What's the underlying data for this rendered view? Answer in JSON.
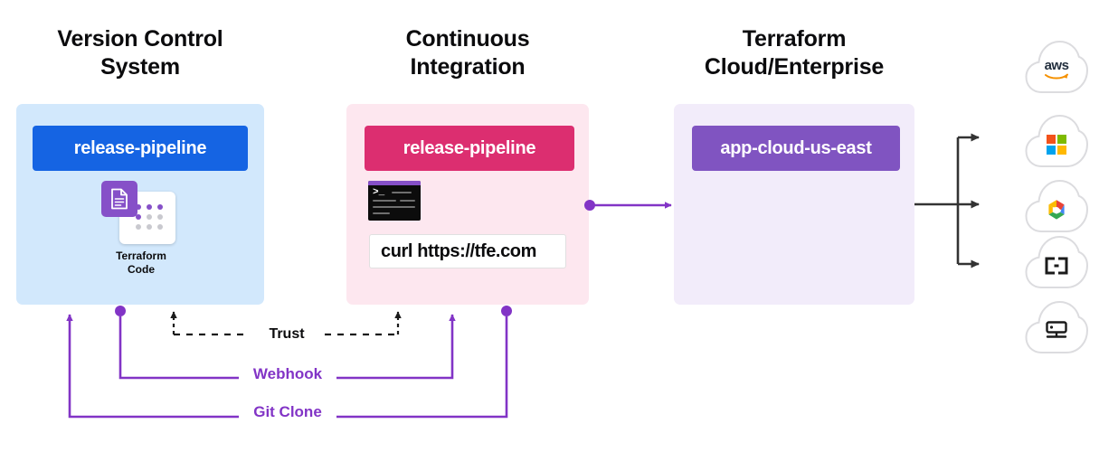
{
  "diagram": {
    "title": "Terraform Cloud/Enterprise VCS and CI integration",
    "columns": [
      {
        "id": "vcs",
        "heading": "Version Control\nSystem",
        "panel_color": "#d2e8fc",
        "chip_label": "release-pipeline",
        "chip_color": "#1564e3"
      },
      {
        "id": "ci",
        "heading": "Continuous\nIntegration",
        "panel_color": "#fde7ef",
        "chip_label": "release-pipeline",
        "chip_color": "#dc2e70"
      },
      {
        "id": "tfc",
        "heading": "Terraform\nCloud/Enterprise",
        "panel_color": "#f2ecfa",
        "chip_label": "app-cloud-us-east",
        "chip_color": "#8054c1"
      }
    ],
    "vcs_asset": {
      "icon": "terraform-code-icon",
      "label": "Terraform\nCode",
      "badge_color": "#8650c8"
    },
    "ci_assets": {
      "terminal": {
        "icon": "terminal-icon",
        "prompt": ">_",
        "bar_color": "#8650c8"
      },
      "command_field": {
        "value": "curl https://tfe.com",
        "placeholder": "curl https://tfe.com"
      }
    },
    "connectors": [
      {
        "id": "trust",
        "label": "Trust",
        "style": "dashed",
        "color": "#1b1b1b",
        "from": "ci",
        "to": "vcs"
      },
      {
        "id": "webhook",
        "label": "Webhook",
        "style": "solid",
        "color": "#8234c6",
        "from": "vcs",
        "to": "ci"
      },
      {
        "id": "git-clone",
        "label": "Git Clone",
        "style": "solid",
        "color": "#8234c6",
        "from": "ci",
        "to": "vcs"
      },
      {
        "id": "ci-to-tfc",
        "label": "",
        "style": "solid",
        "color": "#8234c6",
        "from": "ci",
        "to": "tfc"
      },
      {
        "id": "tfc-to-providers",
        "label": "",
        "style": "solid",
        "color": "#333333",
        "from": "tfc",
        "to": "providers"
      }
    ],
    "providers": [
      {
        "id": "aws",
        "name": "aws",
        "icon": "aws-cloud-icon",
        "wordmark": "aws"
      },
      {
        "id": "azure",
        "name": "Microsoft Azure",
        "icon": "azure-cloud-icon",
        "wordmark": ""
      },
      {
        "id": "gcp",
        "name": "Google Cloud",
        "icon": "google-cloud-icon",
        "wordmark": ""
      },
      {
        "id": "other-cloud",
        "name": "Other Cloud",
        "icon": "generic-cloud-icon",
        "wordmark": ""
      },
      {
        "id": "on-prem",
        "name": "On-Premises",
        "icon": "server-icon",
        "wordmark": ""
      }
    ],
    "accent_colors": {
      "purple": "#8234c6",
      "blue": "#1564e3",
      "pink": "#dc2e70",
      "violet": "#8054c1",
      "black": "#1b1b1b"
    }
  }
}
